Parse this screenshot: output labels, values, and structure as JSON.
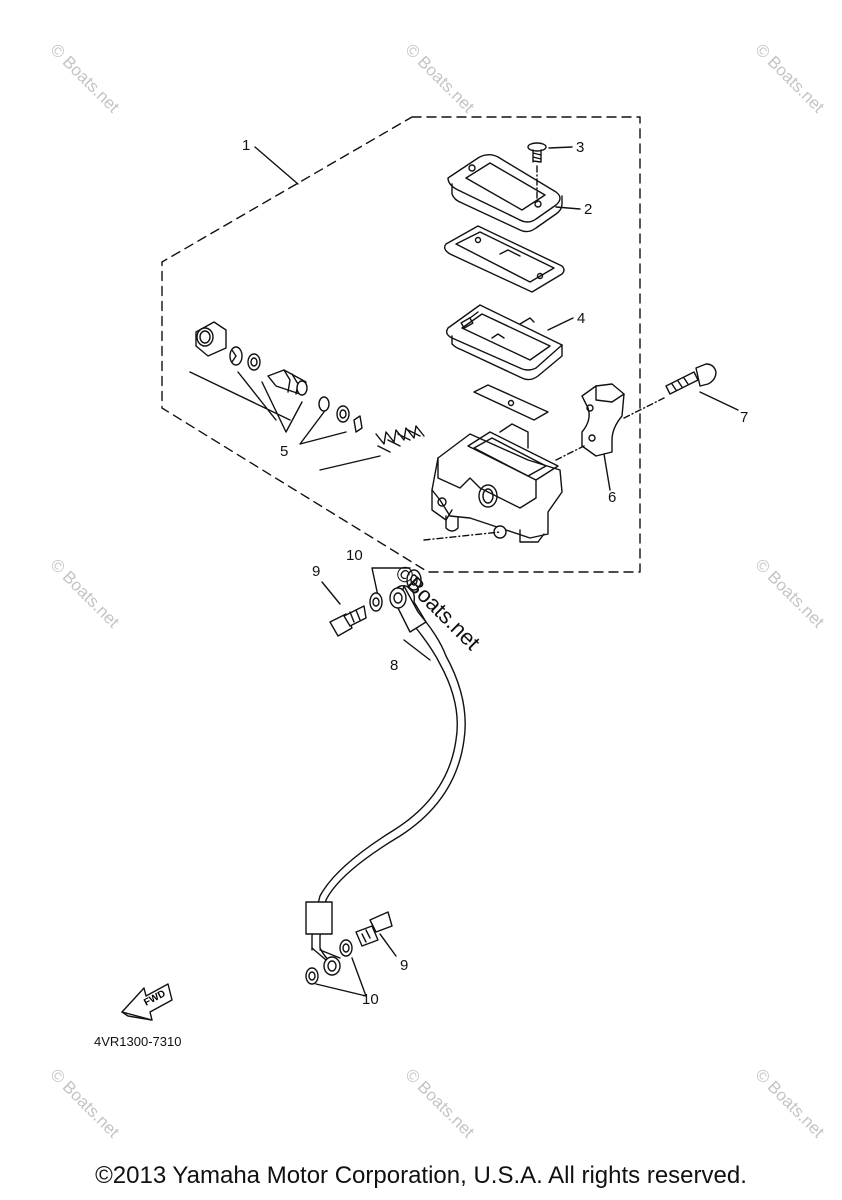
{
  "watermark_text": "© Boats.net",
  "center_watermark": "©Boats.net",
  "callouts": {
    "c1": "1",
    "c2": "2",
    "c3": "3",
    "c4": "4",
    "c5": "5",
    "c6": "6",
    "c7": "7",
    "c8": "8",
    "c9a": "9",
    "c9b": "9",
    "c10a": "10",
    "c10b": "10"
  },
  "fwd_label": "FWD",
  "diagram_code": "4VR1300-7310",
  "footer": "©2013 Yamaha Motor Corporation, U.S.A. All rights reserved."
}
